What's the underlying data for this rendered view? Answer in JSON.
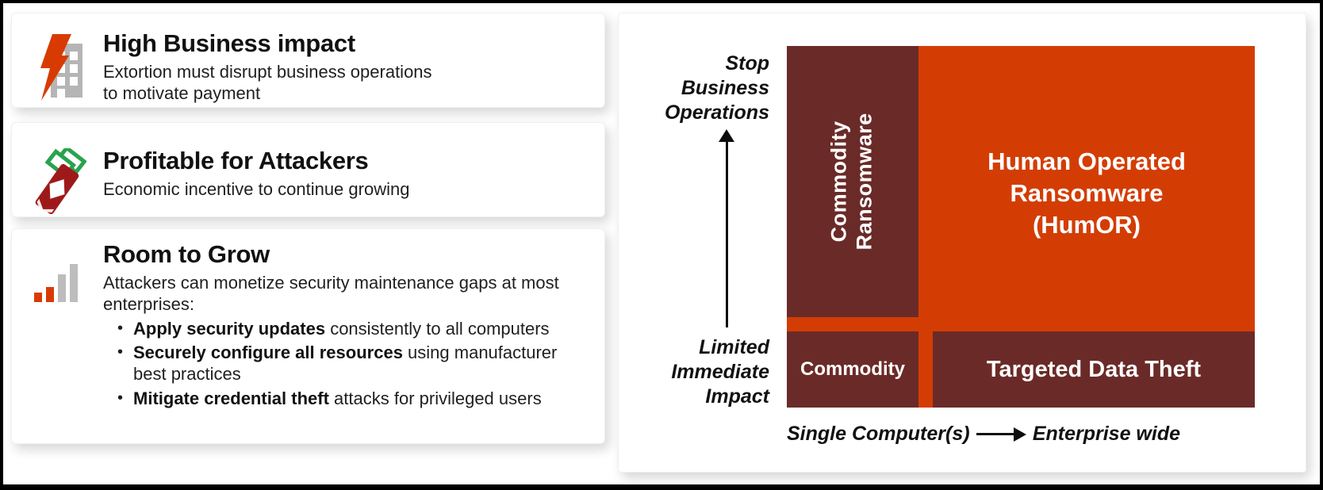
{
  "cards": [
    {
      "icon": "building-lightning-icon",
      "title": "High Business impact",
      "body": "Extortion must disrupt business operations\nto motivate payment"
    },
    {
      "icon": "money-icon",
      "title": "Profitable for Attackers",
      "body": "Economic incentive to continue growing"
    },
    {
      "icon": "bar-chart-icon",
      "title": "Room to Grow",
      "body": "Attackers can monetize security maintenance gaps at most\nenterprises:",
      "bullets": [
        {
          "bold": "Apply security updates",
          "rest": " consistently to all computers"
        },
        {
          "bold": "Securely configure all resources",
          "rest": " using manufacturer\nbest practices"
        },
        {
          "bold": "Mitigate credential theft",
          "rest": " attacks for privileged users"
        }
      ]
    }
  ],
  "quadrant_chart": {
    "y_axis": {
      "top_label": "Stop\nBusiness\nOperations",
      "bottom_label": "Limited\nImmediate\nImpact"
    },
    "x_axis": {
      "left_label": "Single Computer(s)",
      "right_label": "Enterprise wide"
    },
    "quadrants": {
      "top_left": "Commodity\nRansomware",
      "top_right": "Human Operated\nRansomware\n(HumOR)",
      "bottom_left": "Commodity",
      "bottom_right": "Targeted Data Theft"
    },
    "colors": {
      "orange": "#D33D04",
      "maroon": "#6A2B28",
      "bolt_orange": "#D83B01",
      "money_red": "#9E1A1A",
      "money_green": "#28A34C",
      "building_gray": "#B5B5B5",
      "bar_gray": "#BDBDBD"
    }
  }
}
